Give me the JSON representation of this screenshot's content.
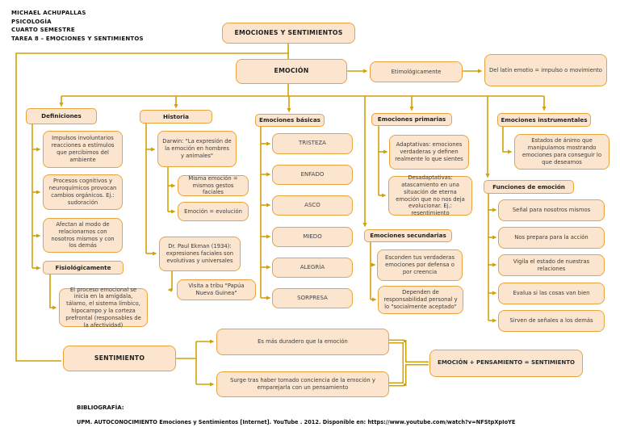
{
  "header": {
    "lines": [
      "MICHAEL ACHUPALLAS",
      "PSICOLOGÍA",
      "CUARTO SEMESTRE",
      "TAREA 8 – EMOCIONES Y SENTIMIENTOS"
    ]
  },
  "colors": {
    "box_fill": "#FCE5CF",
    "box_border": "#E8A33D",
    "connector": "#D2A106"
  },
  "diagram": {
    "root": "EMOCIONES Y SENTIMIENTOS",
    "emocion": {
      "label": "EMOCIÓN",
      "etimologia": {
        "label": "Etimológicamente",
        "definition": "Del latín emotio = impulso o movimiento"
      }
    },
    "definiciones": {
      "title": "Definiciones",
      "items": [
        "Impulsos involuntarios reacciones a estímulos que percibimos del ambiente",
        "Procesos cognitivos y neuroquímicos provocan cambios orgánicos. Ej.: sudoración",
        "Afectan al modo de relacionarnos con nosotros mismos y con los demás"
      ],
      "fisiologicamente": {
        "title": "Fisiológicamente",
        "text": "El proceso emocional se inicia en la amígdala, tálamo, el sistema límbico, hipocampo y la corteza prefrontal (responsables de la afectividad)"
      }
    },
    "historia": {
      "title": "Historia",
      "darwin": {
        "text": "Darwin: \"La expresión de la emoción en hombres y animales\"",
        "children": [
          "Misma emoción = mismos gestos faciales",
          "Emoción = evolución"
        ]
      },
      "ekman": {
        "text": "Dr. Paul Ekman (1934): expresiones faciales son evolutivas y universales",
        "children": [
          "Visita a tribu \"Papúa Nueva Guinea\""
        ]
      }
    },
    "basicas": {
      "title": "Emociones básicas",
      "items": [
        "TRISTEZA",
        "ENFADO",
        "ASCO",
        "MIEDO",
        "ALEGRÍA",
        "SORPRESA"
      ]
    },
    "primarias": {
      "title": "Emociones primarias",
      "items": [
        "Adaptativas: emociones verdaderas y definen realmente lo que sientes",
        "Desadaptativas: atascamiento en una situación de eterna emoción que no nos deja evolucionar. Ej.: resentimiento"
      ]
    },
    "secundarias": {
      "title": "Emociones secundarias",
      "items": [
        "Esconden tus verdaderas emociones por defensa o por creencia",
        "Dependen de responsabilidad personal y lo \"socialmente aceptado\""
      ]
    },
    "instrumentales": {
      "title": "Emociones instrumentales",
      "text": "Estados de ánimo que manipulamos mostrando emociones para conseguir lo que deseamos"
    },
    "funciones": {
      "title": "Funciones de emoción",
      "items": [
        "Señal para nosotros mismos",
        "Nos prepara para la acción",
        "Vigila el estado de nuestras relaciones",
        "Evalua si las cosas van bien",
        "Sirven de señales a los demás"
      ]
    },
    "sentimiento": {
      "label": "SENTIMIENTO",
      "items": [
        "Es más duradero que la emoción",
        "Surge tras haber tomado conciencia de la emoción y emparejarla con un pensamiento"
      ],
      "formula": "EMOCIÓN + PENSAMIENTO = SENTIMIENTO"
    }
  },
  "bibliografia": {
    "label": "BIBLIOGRAFÍA:",
    "text": "UPM. AUTOCONOCIMIENTO  Emociones y Sentimientos [Internet]. YouTube . 2012. Disponible en: https://www.youtube.com/watch?v=NFStpXpIoYE"
  }
}
